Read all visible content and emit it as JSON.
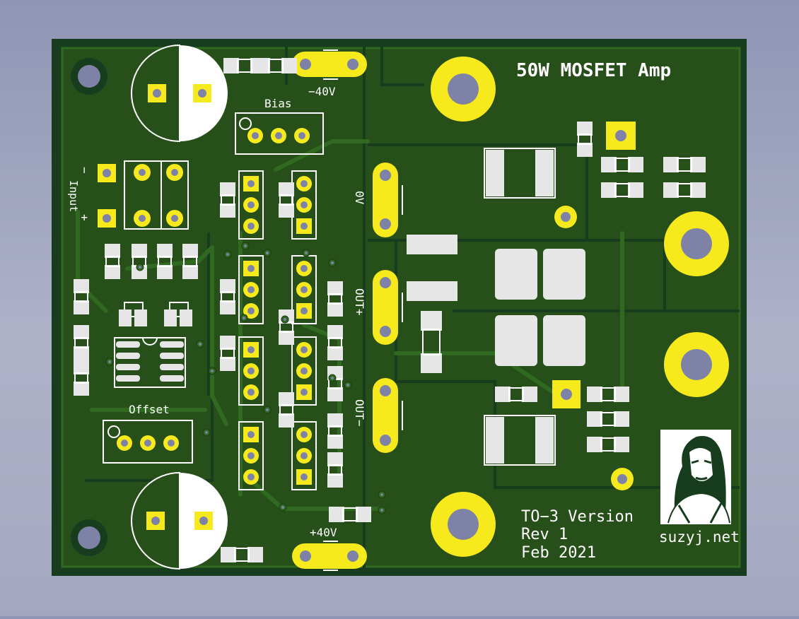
{
  "board": {
    "title": "50W MOSFET Amp",
    "version_lines": [
      "TO−3 Version",
      "Rev 1",
      "Feb 2021"
    ],
    "website": "suzyj.net",
    "colors": {
      "background": "#9ea3bd",
      "substrate": "#173d1e",
      "copper_fill": "#274f19",
      "copper_trace": "#2f6a20",
      "pad_gold": "#f7ea1c",
      "silkscreen": "#ffffff",
      "smd_pad": "#e6e6e6",
      "drill_hole": "#7e82a6"
    }
  },
  "labels": {
    "bias": "Bias",
    "offset": "Offset",
    "input": "Input",
    "input_minus": "−",
    "input_plus": "+",
    "neg_supply": "−40V",
    "pos_supply": "+40V",
    "zero_volt": "0V",
    "out_plus": "OUT+",
    "out_minus": "OUT−"
  },
  "logo": {
    "kind": "illustration",
    "name": "portrait-logo-icon"
  }
}
